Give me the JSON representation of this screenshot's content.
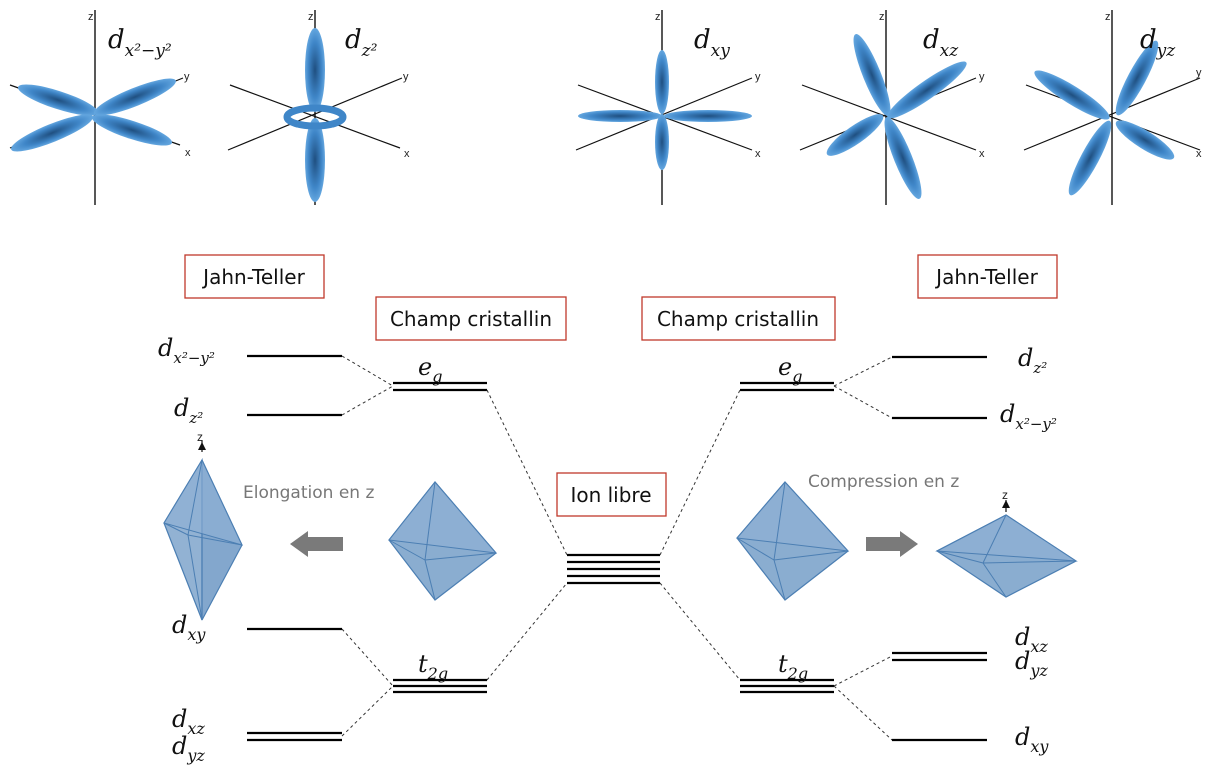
{
  "orbitals": [
    {
      "base": "d",
      "sub": "x²−y²"
    },
    {
      "base": "d",
      "sub": "z²"
    },
    {
      "base": "d",
      "sub": "xy"
    },
    {
      "base": "d",
      "sub": "xz"
    },
    {
      "base": "d",
      "sub": "yz"
    }
  ],
  "axes": {
    "x": "x",
    "y": "y",
    "z": "z"
  },
  "boxes": {
    "jahn_teller_left": "Jahn-Teller",
    "jahn_teller_right": "Jahn-Teller",
    "champ_left": "Champ cristallin",
    "champ_right": "Champ cristallin",
    "ion_libre": "Ion libre"
  },
  "annotations": {
    "elongation": "Elongation en z",
    "compression": "Compression en z"
  },
  "levels": {
    "left_top_1": {
      "base": "d",
      "sub": "x²−y²"
    },
    "left_top_2": {
      "base": "d",
      "sub": "z²"
    },
    "left_bot_1": {
      "base": "d",
      "sub": "xy"
    },
    "left_bot_2": {
      "base": "d",
      "sub": "xz"
    },
    "left_bot_3": {
      "base": "d",
      "sub": "yz"
    },
    "eg_left": {
      "base": "e",
      "sub": "g"
    },
    "t2g_left": {
      "base": "t",
      "sub": "2g"
    },
    "eg_right": {
      "base": "e",
      "sub": "g"
    },
    "t2g_right": {
      "base": "t",
      "sub": "2g"
    },
    "right_top_1": {
      "base": "d",
      "sub": "z²"
    },
    "right_top_2": {
      "base": "d",
      "sub": "x²−y²"
    },
    "right_bot_1": {
      "base": "d",
      "sub": "xz"
    },
    "right_bot_2": {
      "base": "d",
      "sub": "yz"
    },
    "right_bot_3": {
      "base": "d",
      "sub": "xy"
    }
  },
  "colors": {
    "box_border": "#c0392b",
    "orbital": "#3f86c8",
    "octahedron": "#6d98c4",
    "arrow": "#7a7a7a"
  }
}
